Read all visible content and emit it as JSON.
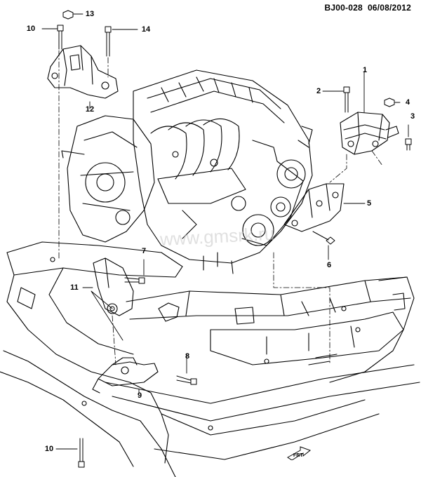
{
  "header": {
    "doc_id": "BJ00-028",
    "date": "06/08/2012"
  },
  "watermark": "www.gmsrk.ru",
  "callouts": [
    "1",
    "2",
    "3",
    "4",
    "5",
    "6",
    "7",
    "8",
    "9",
    "10",
    "10",
    "11",
    "12",
    "13",
    "14"
  ],
  "direction_label": "FRT",
  "colors": {
    "line": "#000000",
    "background": "#ffffff",
    "watermark": "#c8c8c8"
  }
}
